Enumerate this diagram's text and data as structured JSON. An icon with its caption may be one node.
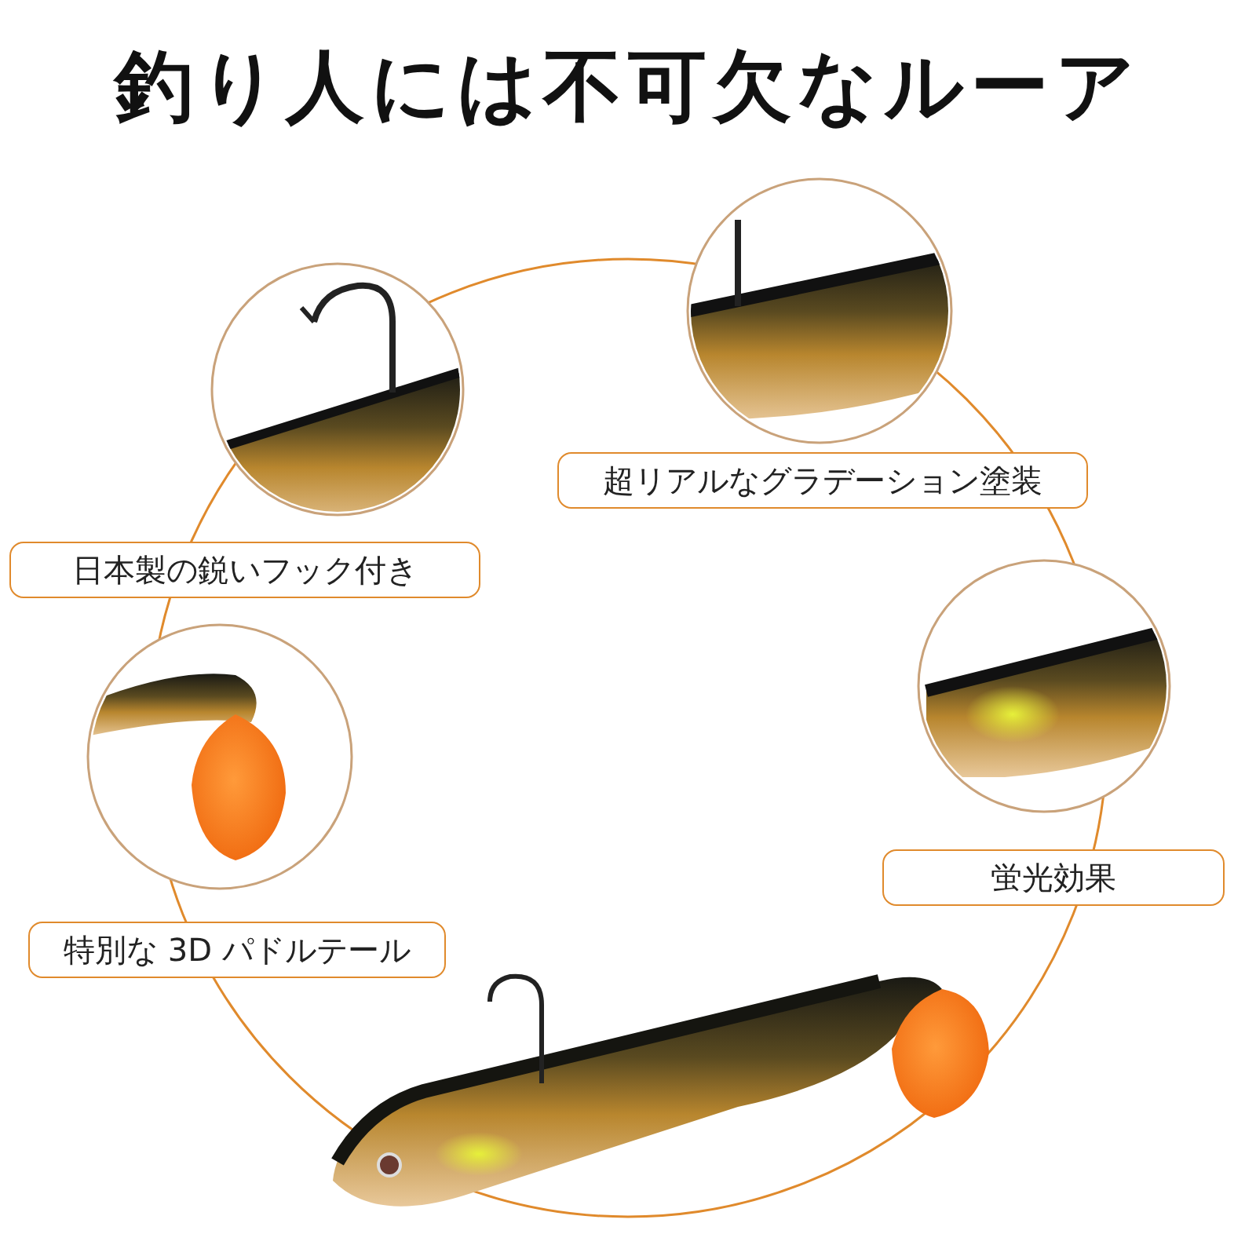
{
  "diagram": {
    "title": "釣り人には不可欠なルーア",
    "nodes": [
      {
        "text": [
          "超リアルなグラデーション塗装"
        ]
      },
      {
        "text": [
          "日本製の鋭いフック付き"
        ]
      },
      {
        "text": [
          "蛍光効果"
        ]
      },
      {
        "text": [
          "特別な 3D パドルテール"
        ]
      }
    ]
  }
}
